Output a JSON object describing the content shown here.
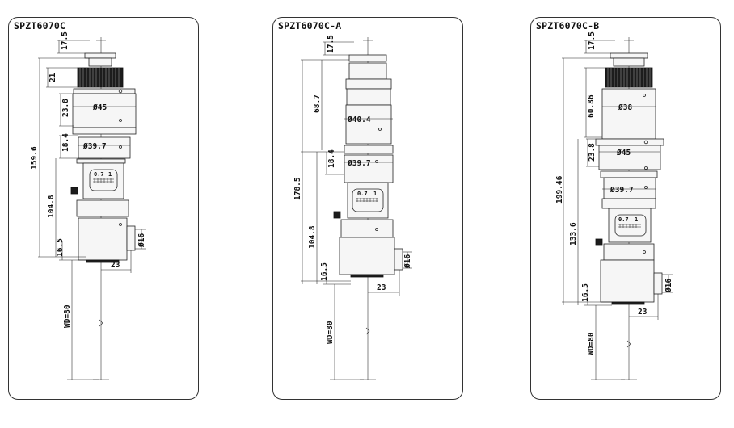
{
  "diagrams": [
    {
      "title": "SPZT6070C",
      "dims": {
        "d_top": "17.5",
        "d_knurl": "21",
        "d_sec1": "23.8",
        "d_sec2": "18.4",
        "d_total": "159.6",
        "d_lower": "104.8",
        "d_base": "16.5",
        "dia_1": "Ø45",
        "dia_2": "Ø39.7",
        "dia_port": "Ø16",
        "off_port": "23",
        "wd": "WD=80"
      },
      "scale": {
        "left": "0.7",
        "right": "1"
      }
    },
    {
      "title": "SPZT6070C-A",
      "dims": {
        "d_top": "17.5",
        "d_upper": "68.7",
        "d_sec2": "18.4",
        "d_total": "178.5",
        "d_lower": "104.8",
        "d_base": "16.5",
        "dia_1": "Ø40.4",
        "dia_2": "Ø39.7",
        "dia_port": "Ø16",
        "off_port": "23",
        "wd": "WD=80"
      },
      "scale": {
        "left": "0.7",
        "right": "1"
      }
    },
    {
      "title": "SPZT6070C-B",
      "dims": {
        "d_top": "17.5",
        "d_upper": "60.86",
        "d_sec1": "23.8",
        "d_total": "199.46",
        "d_lower": "133.6",
        "d_base": "16.5",
        "dia_1": "Ø38",
        "dia_2": "Ø45",
        "dia_3": "Ø39.7",
        "dia_port": "Ø16",
        "off_port": "23",
        "wd": "WD=80"
      },
      "scale": {
        "left": "0.7",
        "right": "1"
      }
    }
  ]
}
